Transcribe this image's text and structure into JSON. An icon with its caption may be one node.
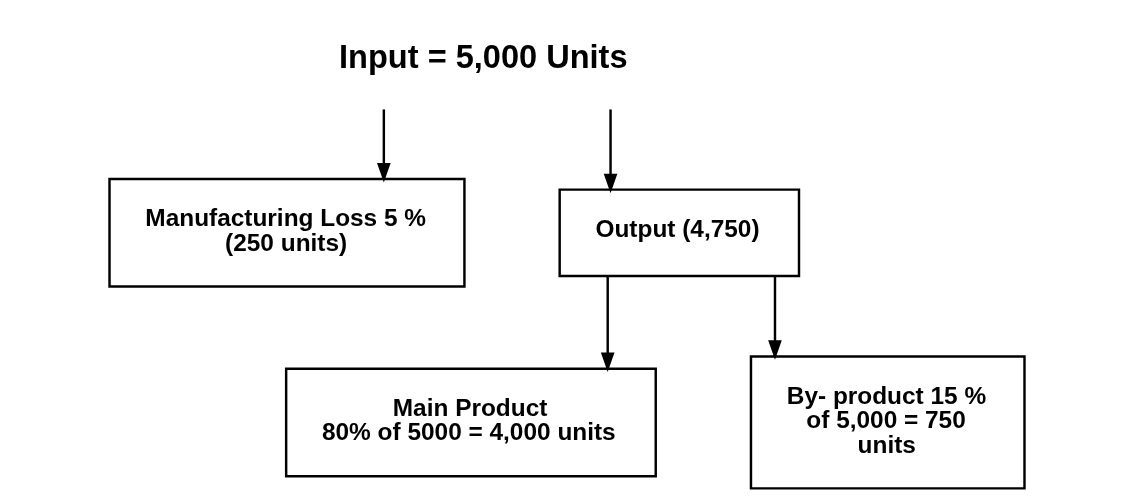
{
  "diagram": {
    "nodes": [
      {
        "text": [
          "Input = 5,000 Units"
        ]
      },
      {
        "text": [
          "Manufacturing Loss 5 % (250 units)"
        ]
      },
      {
        "text": [
          "Output (4,750)"
        ]
      },
      {
        "text": [
          "Main Product",
          "80% of 5000 = 4,000 units"
        ]
      },
      {
        "text": [
          "By- product 15 % of 5,000 = 750 units"
        ]
      }
    ],
    "edges": [
      {
        "from": 0,
        "to": 1,
        "arrow": "to"
      },
      {
        "from": 0,
        "to": 2,
        "arrow": "to"
      },
      {
        "from": 2,
        "to": 3,
        "arrow": "to"
      },
      {
        "from": 2,
        "to": 4,
        "arrow": "to"
      }
    ]
  }
}
